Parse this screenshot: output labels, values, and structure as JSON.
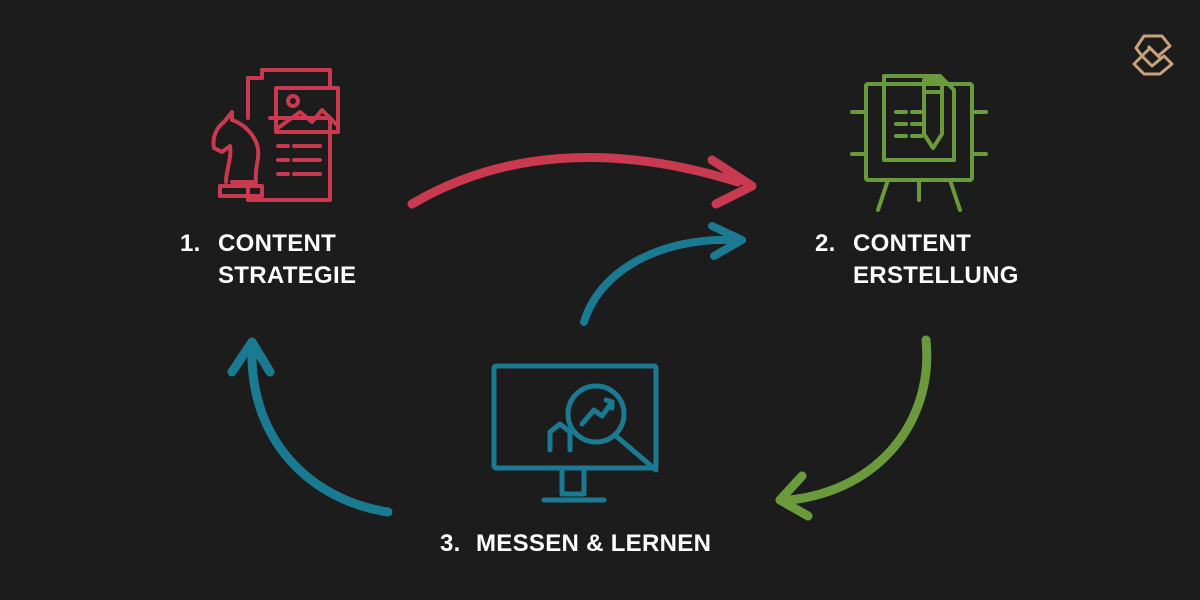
{
  "colors": {
    "background": "#1c1c1c",
    "strategy": "#c9394f",
    "creation": "#6a9a3c",
    "measure": "#1a7a92",
    "logo": "#c9a27a",
    "text": "#ffffff"
  },
  "steps": [
    {
      "number": "1.",
      "line1": "CONTENT",
      "line2": "STRATEGIE",
      "icon": "strategy-chess-document-icon"
    },
    {
      "number": "2.",
      "line1": "CONTENT",
      "line2": "ERSTELLUNG",
      "icon": "easel-document-pencil-icon"
    },
    {
      "number": "3.",
      "line1": "MESSEN & LERNEN",
      "icon": "monitor-magnifier-chart-icon"
    }
  ],
  "logo": {
    "icon": "brand-logo-icon"
  }
}
